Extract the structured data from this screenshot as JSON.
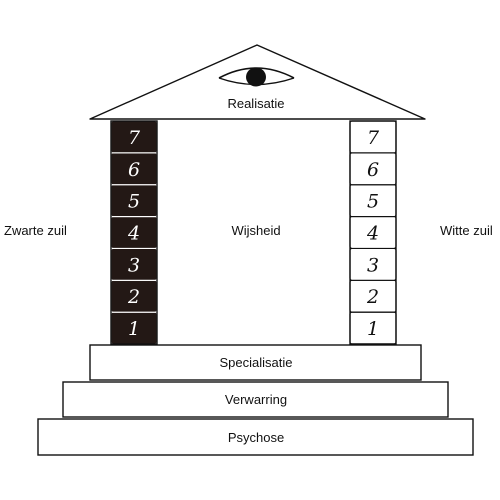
{
  "roof": {
    "label": "Realisatie",
    "icon": "eye-icon"
  },
  "center": {
    "label": "Wijsheid"
  },
  "left_pillar": {
    "label": "Zwarte zuil",
    "fill": "#231815",
    "ink": "#ffffff",
    "blocks": [
      "1",
      "2",
      "3",
      "4",
      "5",
      "6",
      "7"
    ]
  },
  "right_pillar": {
    "label": "Witte zuil",
    "fill": "#ffffff",
    "ink": "#111111",
    "blocks": [
      "1",
      "2",
      "3",
      "4",
      "5",
      "6",
      "7"
    ]
  },
  "steps": [
    {
      "label": "Specialisatie"
    },
    {
      "label": "Verwarring"
    },
    {
      "label": "Psychose"
    }
  ],
  "colors": {
    "line": "#111111",
    "background": "#ffffff"
  }
}
